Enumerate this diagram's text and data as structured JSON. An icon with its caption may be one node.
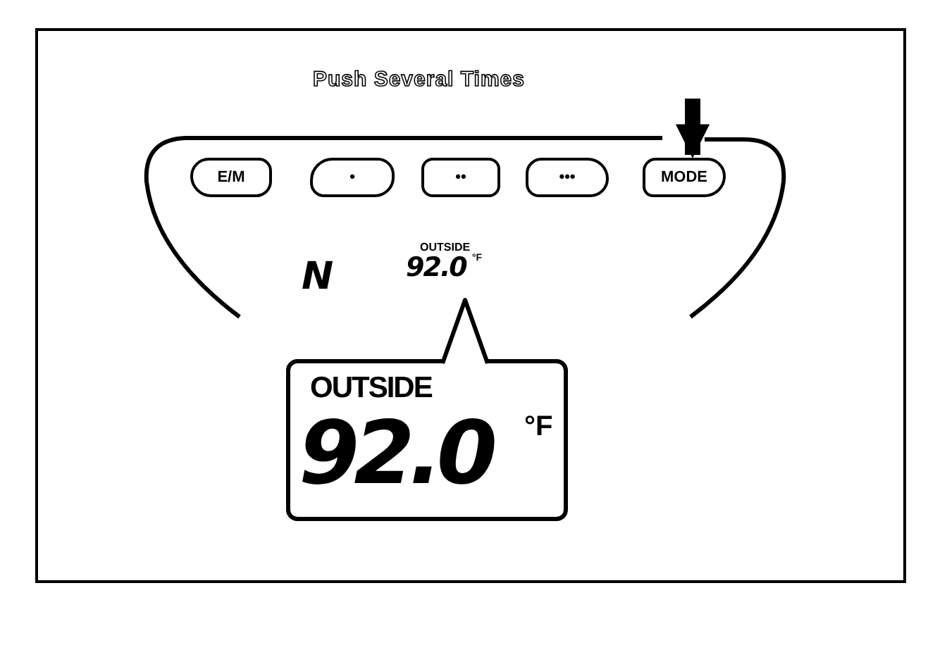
{
  "diagram": {
    "nodes": [
      {
        "text": [],
        "shape": "panel"
      },
      {
        "text": [
          "E/M"
        ],
        "in": 0
      },
      {
        "text": [
          "•"
        ],
        "in": 0
      },
      {
        "text": [
          "••"
        ],
        "in": 0
      },
      {
        "text": [
          "•••"
        ],
        "in": 0
      },
      {
        "text": [
          "MODE"
        ],
        "in": 0
      },
      {
        "text": [
          "OUTSIDE",
          "92.0",
          "°F"
        ],
        "in": 0
      },
      {
        "text": [
          "OUTSIDE",
          "92.0",
          "°F"
        ]
      }
    ],
    "edges": [
      {
        "from": null,
        "to": 5,
        "arrow": "to",
        "style": "thick"
      },
      {
        "from": 7,
        "to": 6,
        "arrow": "to"
      }
    ],
    "labels": [
      "Push Several Times",
      "N"
    ]
  }
}
